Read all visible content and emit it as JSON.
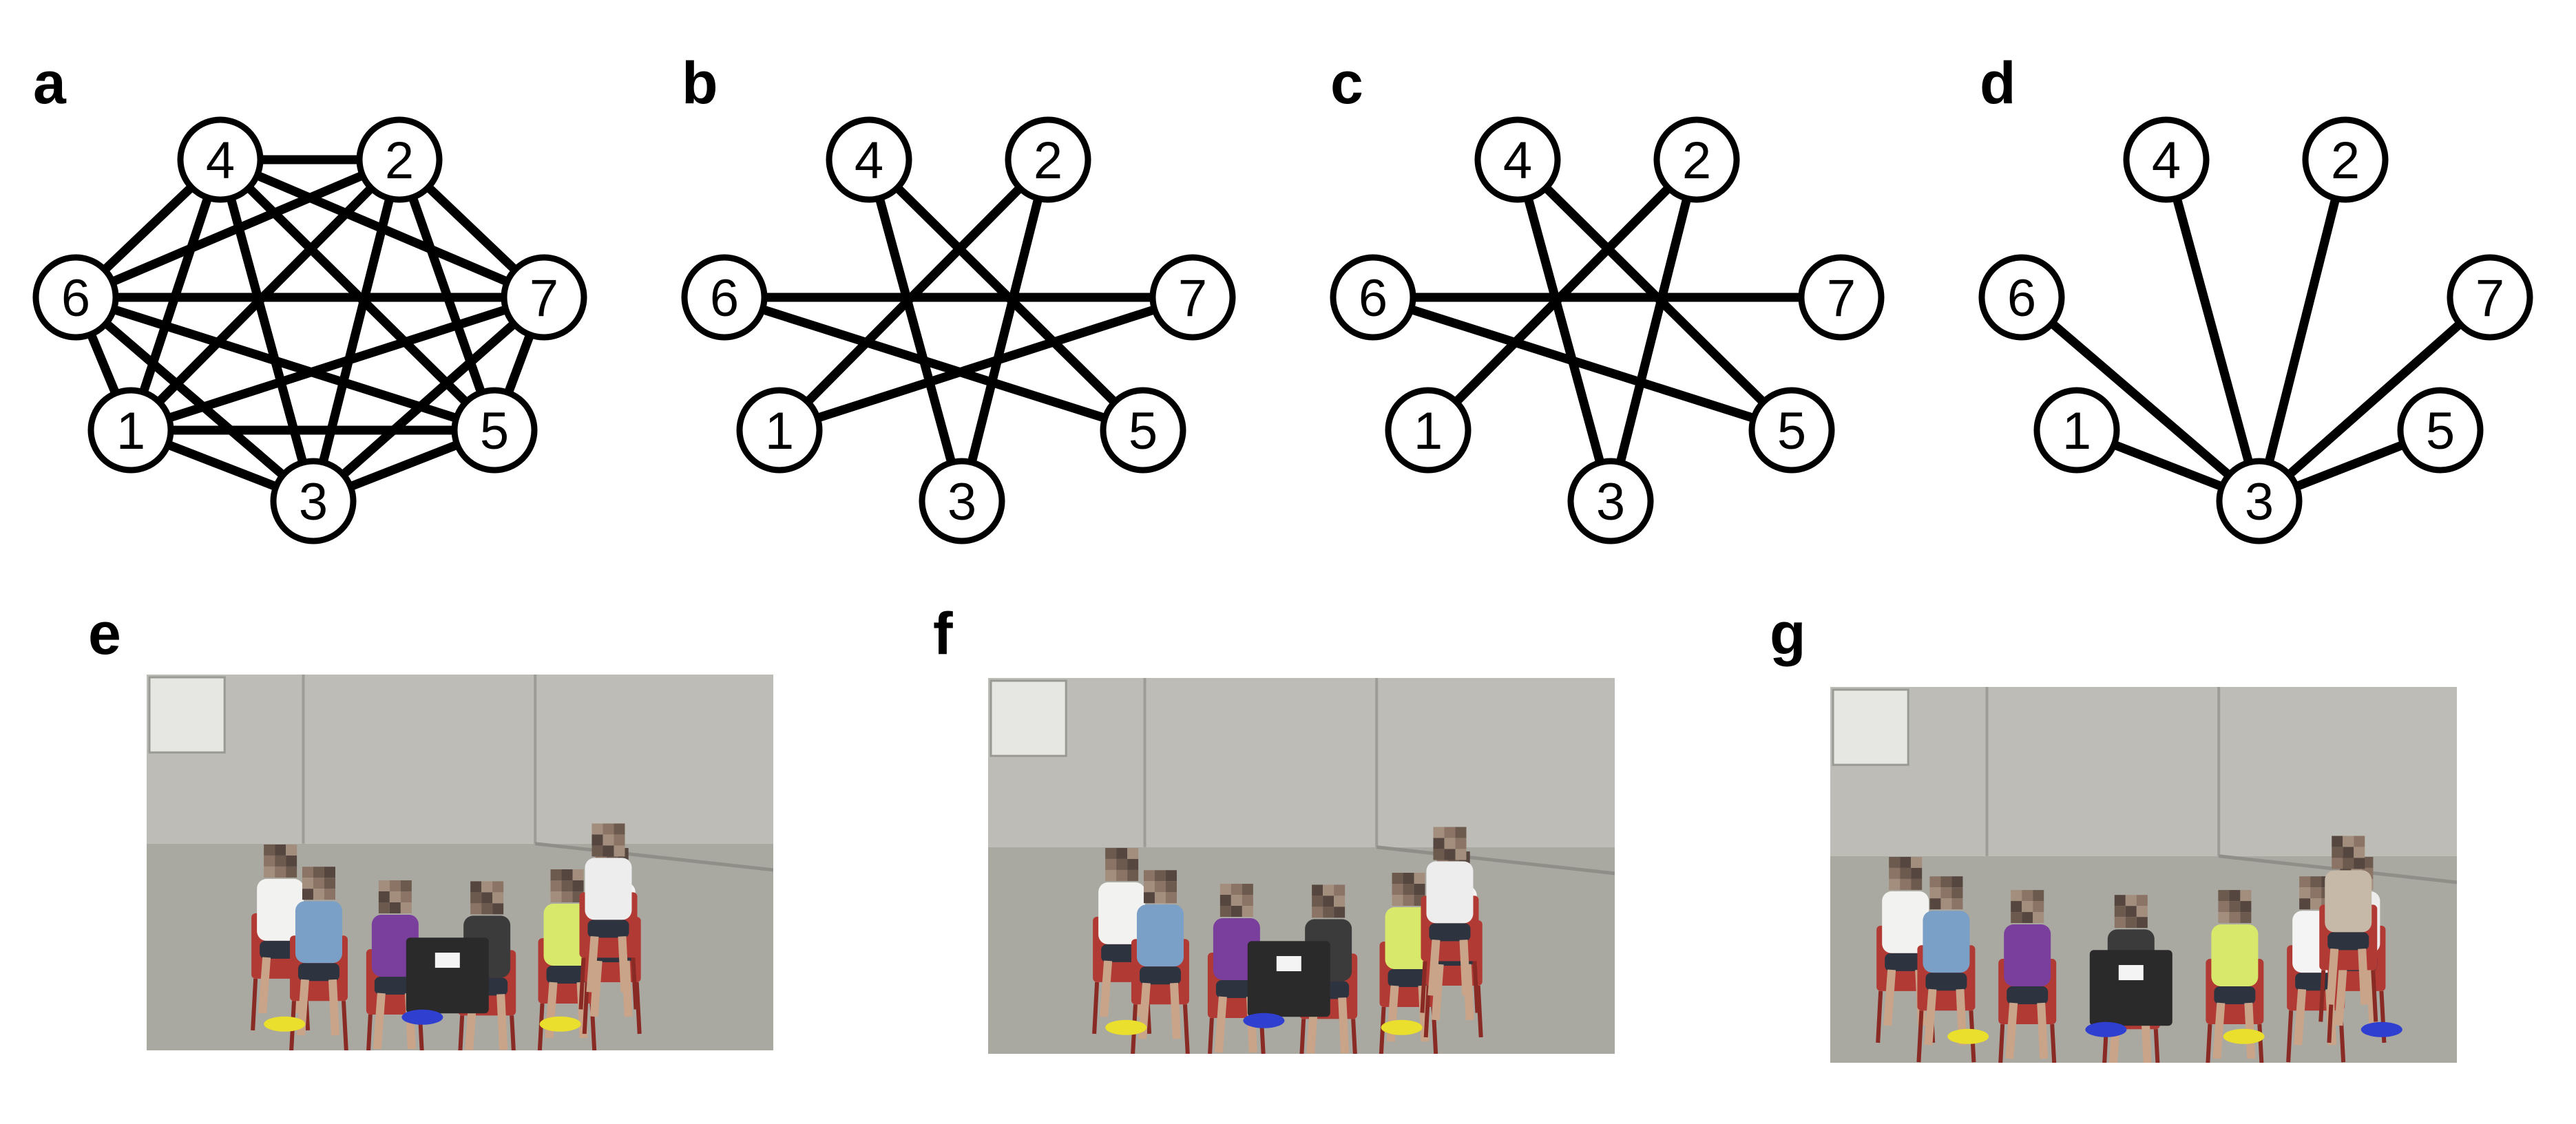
{
  "colors": {
    "edge": "#000000",
    "node_fill": "#ffffff",
    "node_stroke": "#000000",
    "photo_wall": "#bdbcb6",
    "photo_floor": "#a9a8a1"
  },
  "panels": {
    "a": {
      "letter": "a"
    },
    "b": {
      "letter": "b"
    },
    "c": {
      "letter": "c"
    },
    "d": {
      "letter": "d"
    },
    "e": {
      "letter": "e"
    },
    "f": {
      "letter": "f"
    },
    "g": {
      "letter": "g"
    }
  },
  "nodes": [
    "1",
    "2",
    "3",
    "4",
    "5",
    "6",
    "7"
  ],
  "graphs": [
    {
      "panel": "a",
      "edges": [
        [
          "4",
          "2"
        ],
        [
          "4",
          "6"
        ],
        [
          "4",
          "1"
        ],
        [
          "4",
          "3"
        ],
        [
          "4",
          "7"
        ],
        [
          "4",
          "5"
        ],
        [
          "2",
          "6"
        ],
        [
          "2",
          "1"
        ],
        [
          "2",
          "3"
        ],
        [
          "2",
          "7"
        ],
        [
          "2",
          "5"
        ],
        [
          "6",
          "7"
        ],
        [
          "6",
          "1"
        ],
        [
          "6",
          "3"
        ],
        [
          "6",
          "5"
        ],
        [
          "7",
          "1"
        ],
        [
          "7",
          "3"
        ],
        [
          "7",
          "5"
        ],
        [
          "1",
          "3"
        ],
        [
          "1",
          "5"
        ],
        [
          "3",
          "5"
        ]
      ]
    },
    {
      "panel": "b",
      "edges": [
        [
          "4",
          "3"
        ],
        [
          "4",
          "5"
        ],
        [
          "2",
          "1"
        ],
        [
          "2",
          "3"
        ],
        [
          "6",
          "7"
        ],
        [
          "6",
          "5"
        ],
        [
          "1",
          "7"
        ]
      ]
    },
    {
      "panel": "c",
      "edges": [
        [
          "4",
          "3"
        ],
        [
          "4",
          "5"
        ],
        [
          "2",
          "1"
        ],
        [
          "2",
          "3"
        ],
        [
          "6",
          "7"
        ],
        [
          "6",
          "5"
        ]
      ]
    },
    {
      "panel": "d",
      "edges": [
        [
          "3",
          "4"
        ],
        [
          "3",
          "2"
        ],
        [
          "3",
          "6"
        ],
        [
          "3",
          "7"
        ],
        [
          "3",
          "1"
        ],
        [
          "3",
          "5"
        ]
      ]
    }
  ],
  "photos": [
    {
      "panel": "e",
      "people": 7,
      "chairs": "red",
      "cones": [
        "yellow",
        "blue",
        "yellow"
      ]
    },
    {
      "panel": "f",
      "people": 7,
      "chairs": "red",
      "cones": [
        "yellow",
        "blue",
        "yellow"
      ]
    },
    {
      "panel": "g",
      "people": 8,
      "chairs": "red",
      "cones": [
        "yellow",
        "blue",
        "yellow",
        "blue"
      ]
    }
  ]
}
